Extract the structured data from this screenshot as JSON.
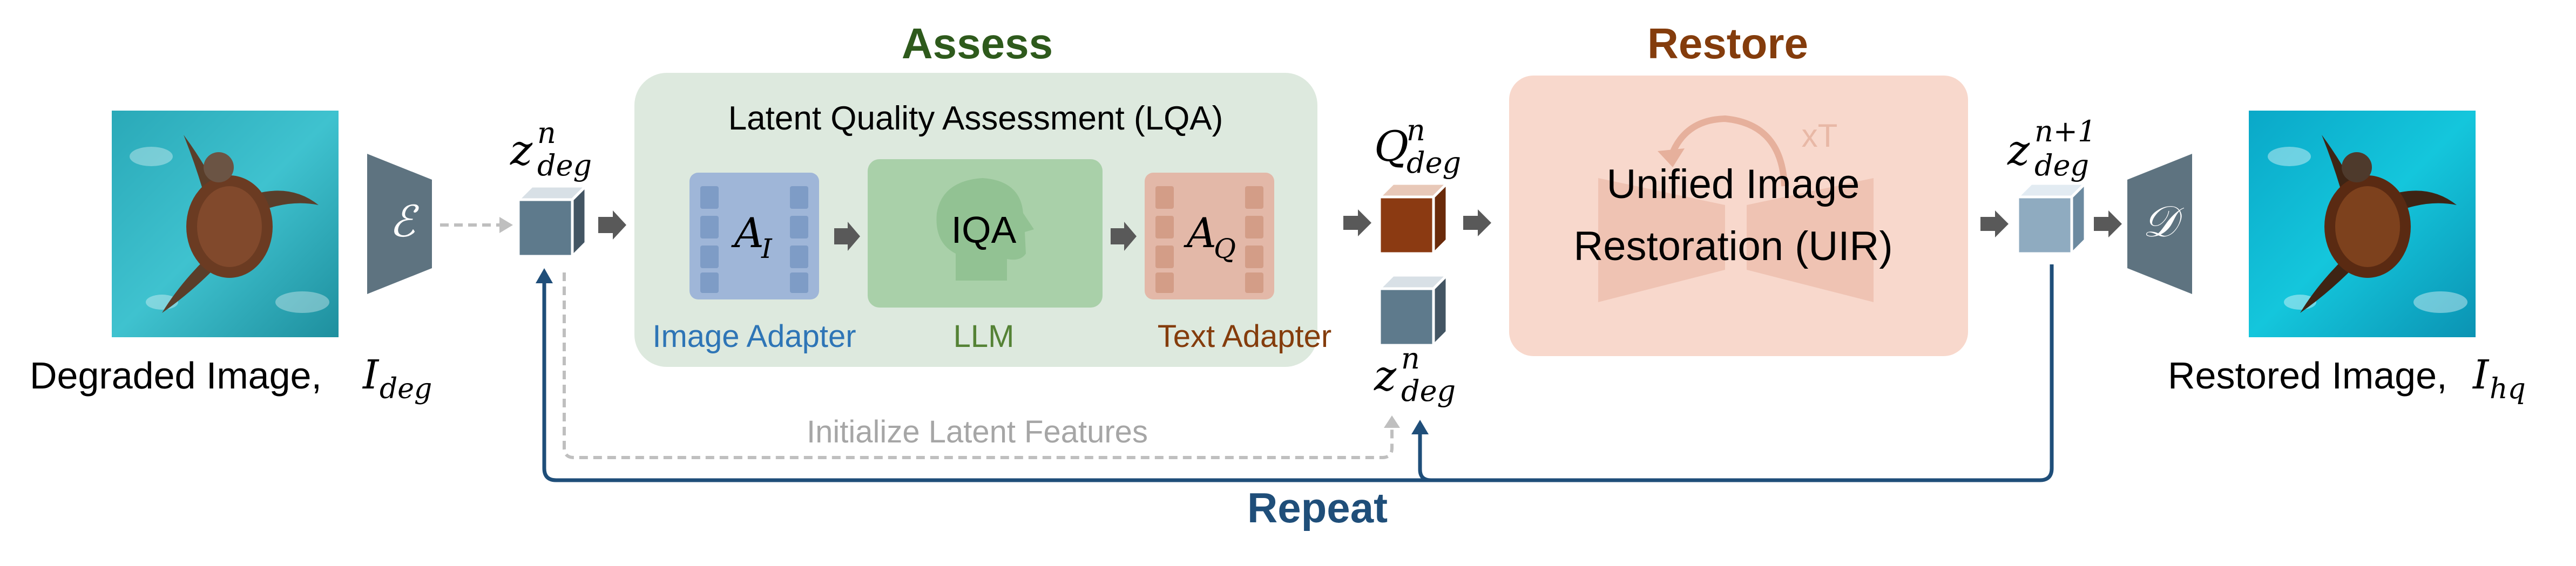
{
  "colors": {
    "assess_title": "#2e5a1c",
    "restore_title": "#843c0c",
    "repeat": "#1f4e79",
    "arrow": "#595959",
    "dashed": "#bfbfbf",
    "init_text": "#a6a6a6",
    "image_adapter": "#2e75b6",
    "llm": "#548235",
    "text_adapter": "#843c0c",
    "cube_dark": "#5e7a8c",
    "cube_light": "#8fabc0",
    "cube_red": "#8b3a12"
  },
  "icons": {
    "encoder": "trapezoid-encoder-icon",
    "decoder": "trapezoid-decoder-icon",
    "iqa": "head-silhouette-icon",
    "loop": "circular-arrow-icon",
    "uir_network": "hourglass-unet-icon"
  },
  "labels": {
    "assess": "Assess",
    "restore": "Restore",
    "lqa": "Latent Quality Assessment (LQA)",
    "iqa": "IQA",
    "image_adapter": "Image Adapter",
    "llm": "LLM",
    "text_adapter": "Text Adapter",
    "uir_line1": "Unified Image",
    "uir_line2": "Restoration (UIR)",
    "loop_times": "xT",
    "degraded_text": "Degraded Image, ",
    "degraded_sym": "I",
    "degraded_sub": "deg",
    "restored_text": "Restored Image, ",
    "restored_sym": "I",
    "restored_sub": "hq",
    "encoder": "ℰ",
    "decoder": "𝒟",
    "a_i_base": "A",
    "a_i_sub": "I",
    "a_q_base": "A",
    "a_q_sub": "Q",
    "z_base": "z",
    "z_sup": "n",
    "z_sub": "deg",
    "q_base": "Q",
    "q_sup": "n",
    "q_sub": "deg",
    "zn1_sup": "n+1",
    "init_latent": "Initialize Latent Features",
    "repeat": "Repeat"
  }
}
